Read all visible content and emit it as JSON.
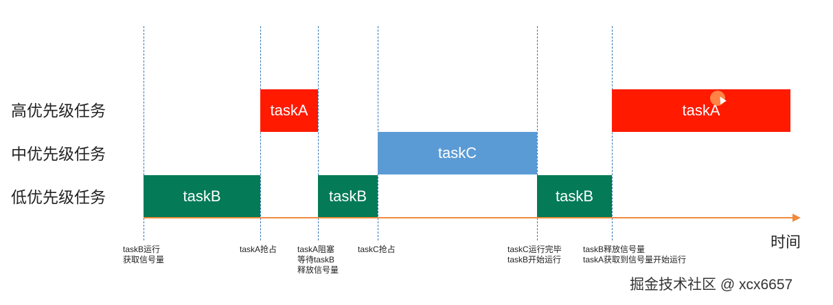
{
  "rows": {
    "high": "高优先级任务",
    "mid": "中优先级任务",
    "low": "低优先级任务"
  },
  "bars": {
    "high_1": "taskA",
    "high_2": "taskA",
    "mid_1": "taskC",
    "low_1": "taskB",
    "low_2": "taskB",
    "low_3": "taskB"
  },
  "events": {
    "e1": [
      "taskB运行",
      "获取信号量"
    ],
    "e2": [
      "taskA抢占"
    ],
    "e3": [
      "taskA阻塞",
      "等待taskB",
      "释放信号量"
    ],
    "e4": [
      "taskC抢占"
    ],
    "e5": [
      "taskC运行完毕",
      "taskB开始运行"
    ],
    "e6": [
      "taskB释放信号量",
      "taskA获取到信号量开始运行"
    ]
  },
  "axis_label": "时间",
  "watermark": "掘金技术社区 @ xcx6657",
  "colors": {
    "high": "#ff1a00",
    "mid": "#5b9bd5",
    "low": "#047a57",
    "axis": "#f08a3c",
    "guides": "#2e75b6"
  }
}
